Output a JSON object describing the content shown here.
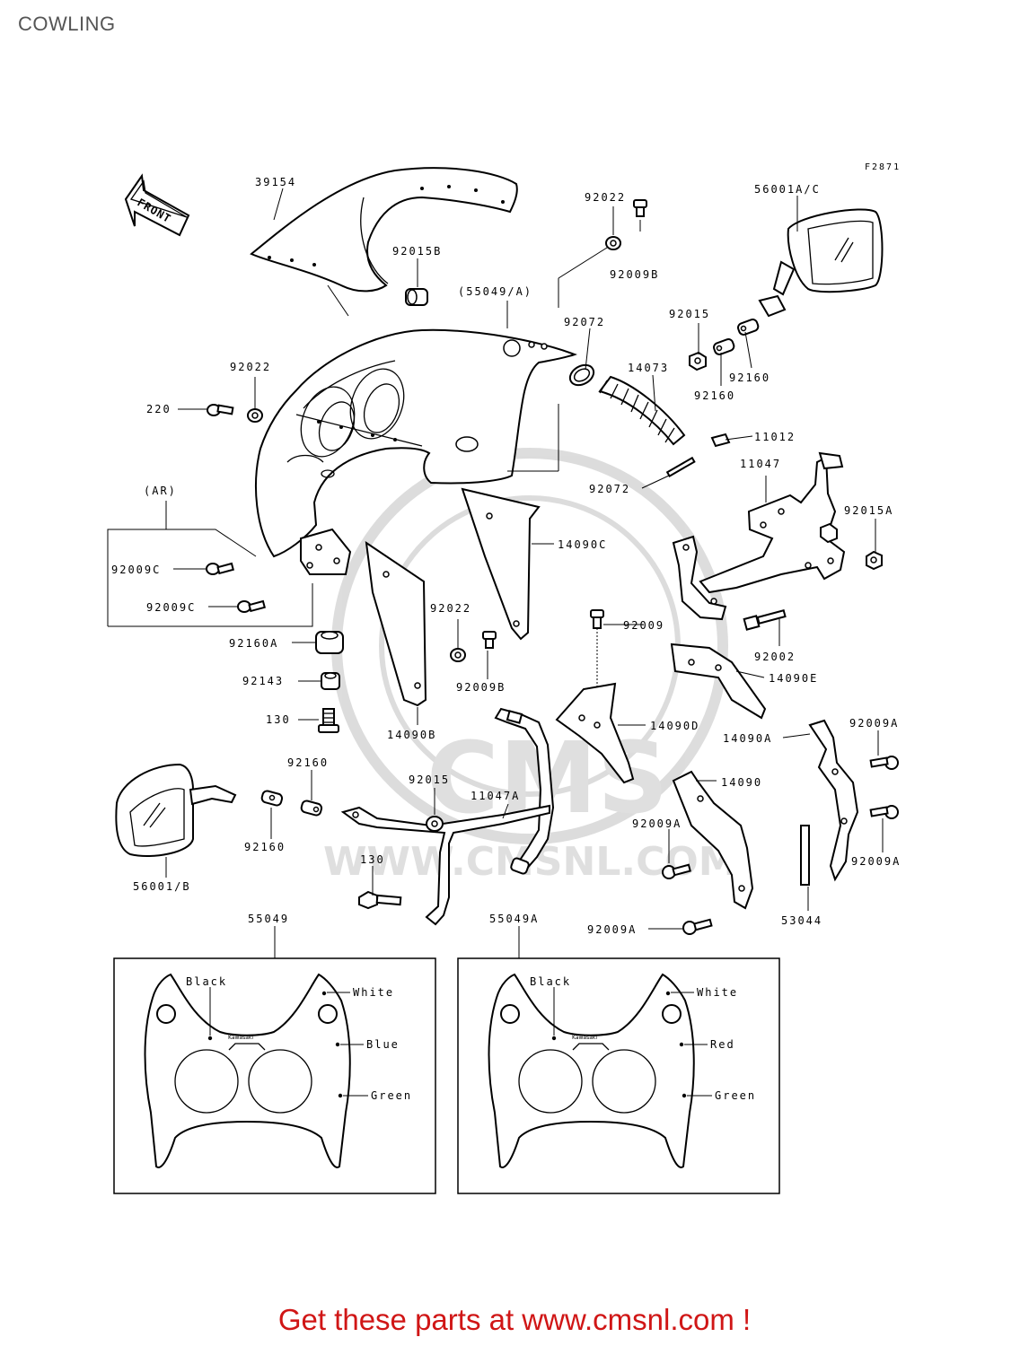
{
  "page": {
    "title": "COWLING",
    "figure_code": "F2871",
    "front_label": "FRONT",
    "promo_text": "Get these parts at www.cmsnl.com !"
  },
  "watermark": {
    "brand": "CMS",
    "url": "WWW.CMSNL.COM"
  },
  "callouts": {
    "c39154": "39154",
    "c92022a": "92022",
    "c92009b_top": "92009B",
    "c56001ac": "56001A/C",
    "c92015b": "92015B",
    "c55049a_paren": "(55049/A)",
    "c92072a": "92072",
    "c92015": "92015",
    "c92160a": "92160",
    "c92160b": "92160",
    "c14073": "14073",
    "c92022b": "92022",
    "c220": "220",
    "c11012": "11012",
    "c92072b": "92072",
    "c11047": "11047",
    "c92015a": "92015A",
    "c_ar": "(AR)",
    "c14090c": "14090C",
    "c92009c_a": "92009C",
    "c92009c_b": "92009C",
    "c92022c": "92022",
    "c92009": "92009",
    "c92160a_low": "92160A",
    "c92002": "92002",
    "c92143": "92143",
    "c92009b_mid": "92009B",
    "c14090e": "14090E",
    "c130a": "130",
    "c14090b": "14090B",
    "c14090d": "14090D",
    "c14090a": "14090A",
    "c92009a_r1": "92009A",
    "c92160_mid": "92160",
    "c92015_mid": "92015",
    "c11047a": "11047A",
    "c14090": "14090",
    "c92160_low": "92160",
    "c92009a_mid": "92009A",
    "c92009a_r2": "92009A",
    "c56001b": "56001/B",
    "c130b": "130",
    "c53044": "53044",
    "c55049": "55049",
    "c55049a": "55049A",
    "c92009a_low": "92009A"
  },
  "insets": [
    {
      "part": "55049",
      "colors": [
        "Black",
        "White",
        "Blue",
        "Green"
      ]
    },
    {
      "part": "55049A",
      "colors": [
        "Black",
        "White",
        "Red",
        "Green"
      ]
    }
  ],
  "inset_brand": "Kawasaki"
}
